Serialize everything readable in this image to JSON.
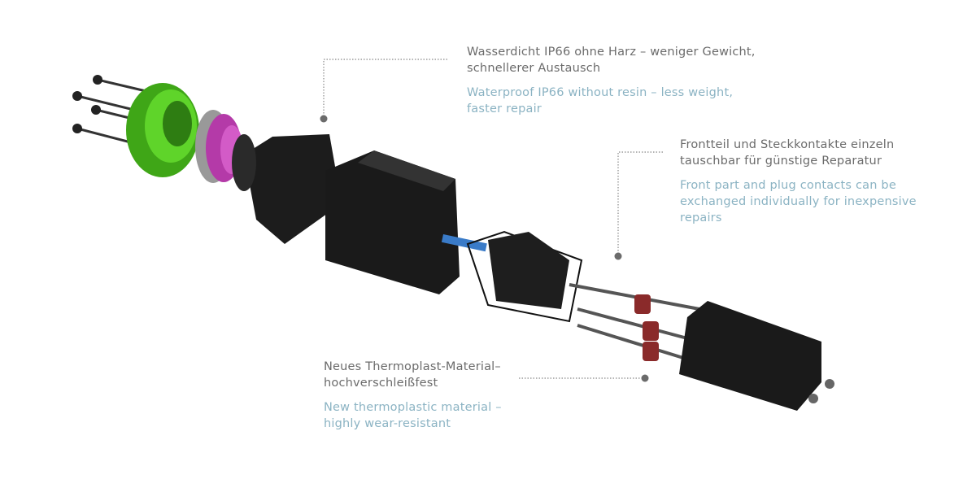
{
  "colors": {
    "german_text": "#6b6b6b",
    "english_text": "#8bb3c3",
    "leader": "#777777",
    "housing": "#1c1c1c",
    "seal_ring": "#4fc21f",
    "gasket": "#b43aa8",
    "contact": "#8a2a2a"
  },
  "callouts": [
    {
      "de": [
        "Wasserdicht IP66 ohne Harz – weniger Gewicht,",
        "schnellerer Austausch"
      ],
      "en": [
        "Waterproof IP66 without resin – less weight,",
        "faster repair"
      ]
    },
    {
      "de": [
        "Frontteil und Steckkontakte einzeln",
        "tauschbar für günstige Reparatur"
      ],
      "en": [
        "Front part and plug contacts can be",
        "exchanged individually for inexpensive",
        "repairs"
      ]
    },
    {
      "de": [
        "Neues Thermoplast-Material–",
        "hochverschleißfest"
      ],
      "en": [
        "New thermoplastic material –",
        "highly wear-resistant"
      ]
    }
  ]
}
